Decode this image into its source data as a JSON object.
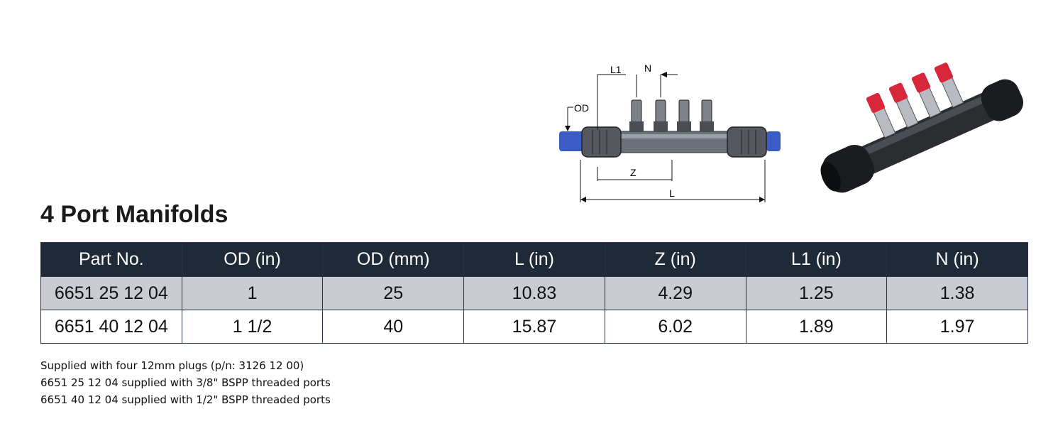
{
  "diagram": {
    "labels": {
      "l1": "L1",
      "n": "N",
      "od": "OD",
      "z": "Z",
      "l": "L"
    }
  },
  "title": "4 Port Manifolds",
  "table": {
    "headers": [
      "Part No.",
      "OD (in)",
      "OD (mm)",
      "L (in)",
      "Z (in)",
      "L1 (in)",
      "N (in)"
    ],
    "rows": [
      [
        "6651 25 12 04",
        "1",
        "25",
        "10.83",
        "4.29",
        "1.25",
        "1.38"
      ],
      [
        "6651 40 12 04",
        "1 1/2",
        "40",
        "15.87",
        "6.02",
        "1.89",
        "1.97"
      ]
    ]
  },
  "notes": [
    "Supplied with four 12mm plugs (p/n: 3126 12 00)",
    "6651 25 12 04 supplied with 3/8\" BSPP threaded ports",
    "6651 40 12 04 supplied with 1/2\" BSPP threaded ports"
  ],
  "colors": {
    "header_bg": "#1f2a38",
    "shaded_row": "#c9cdd3",
    "pipe_blue": "#3b5cc4",
    "plug_red": "#d8263a"
  }
}
